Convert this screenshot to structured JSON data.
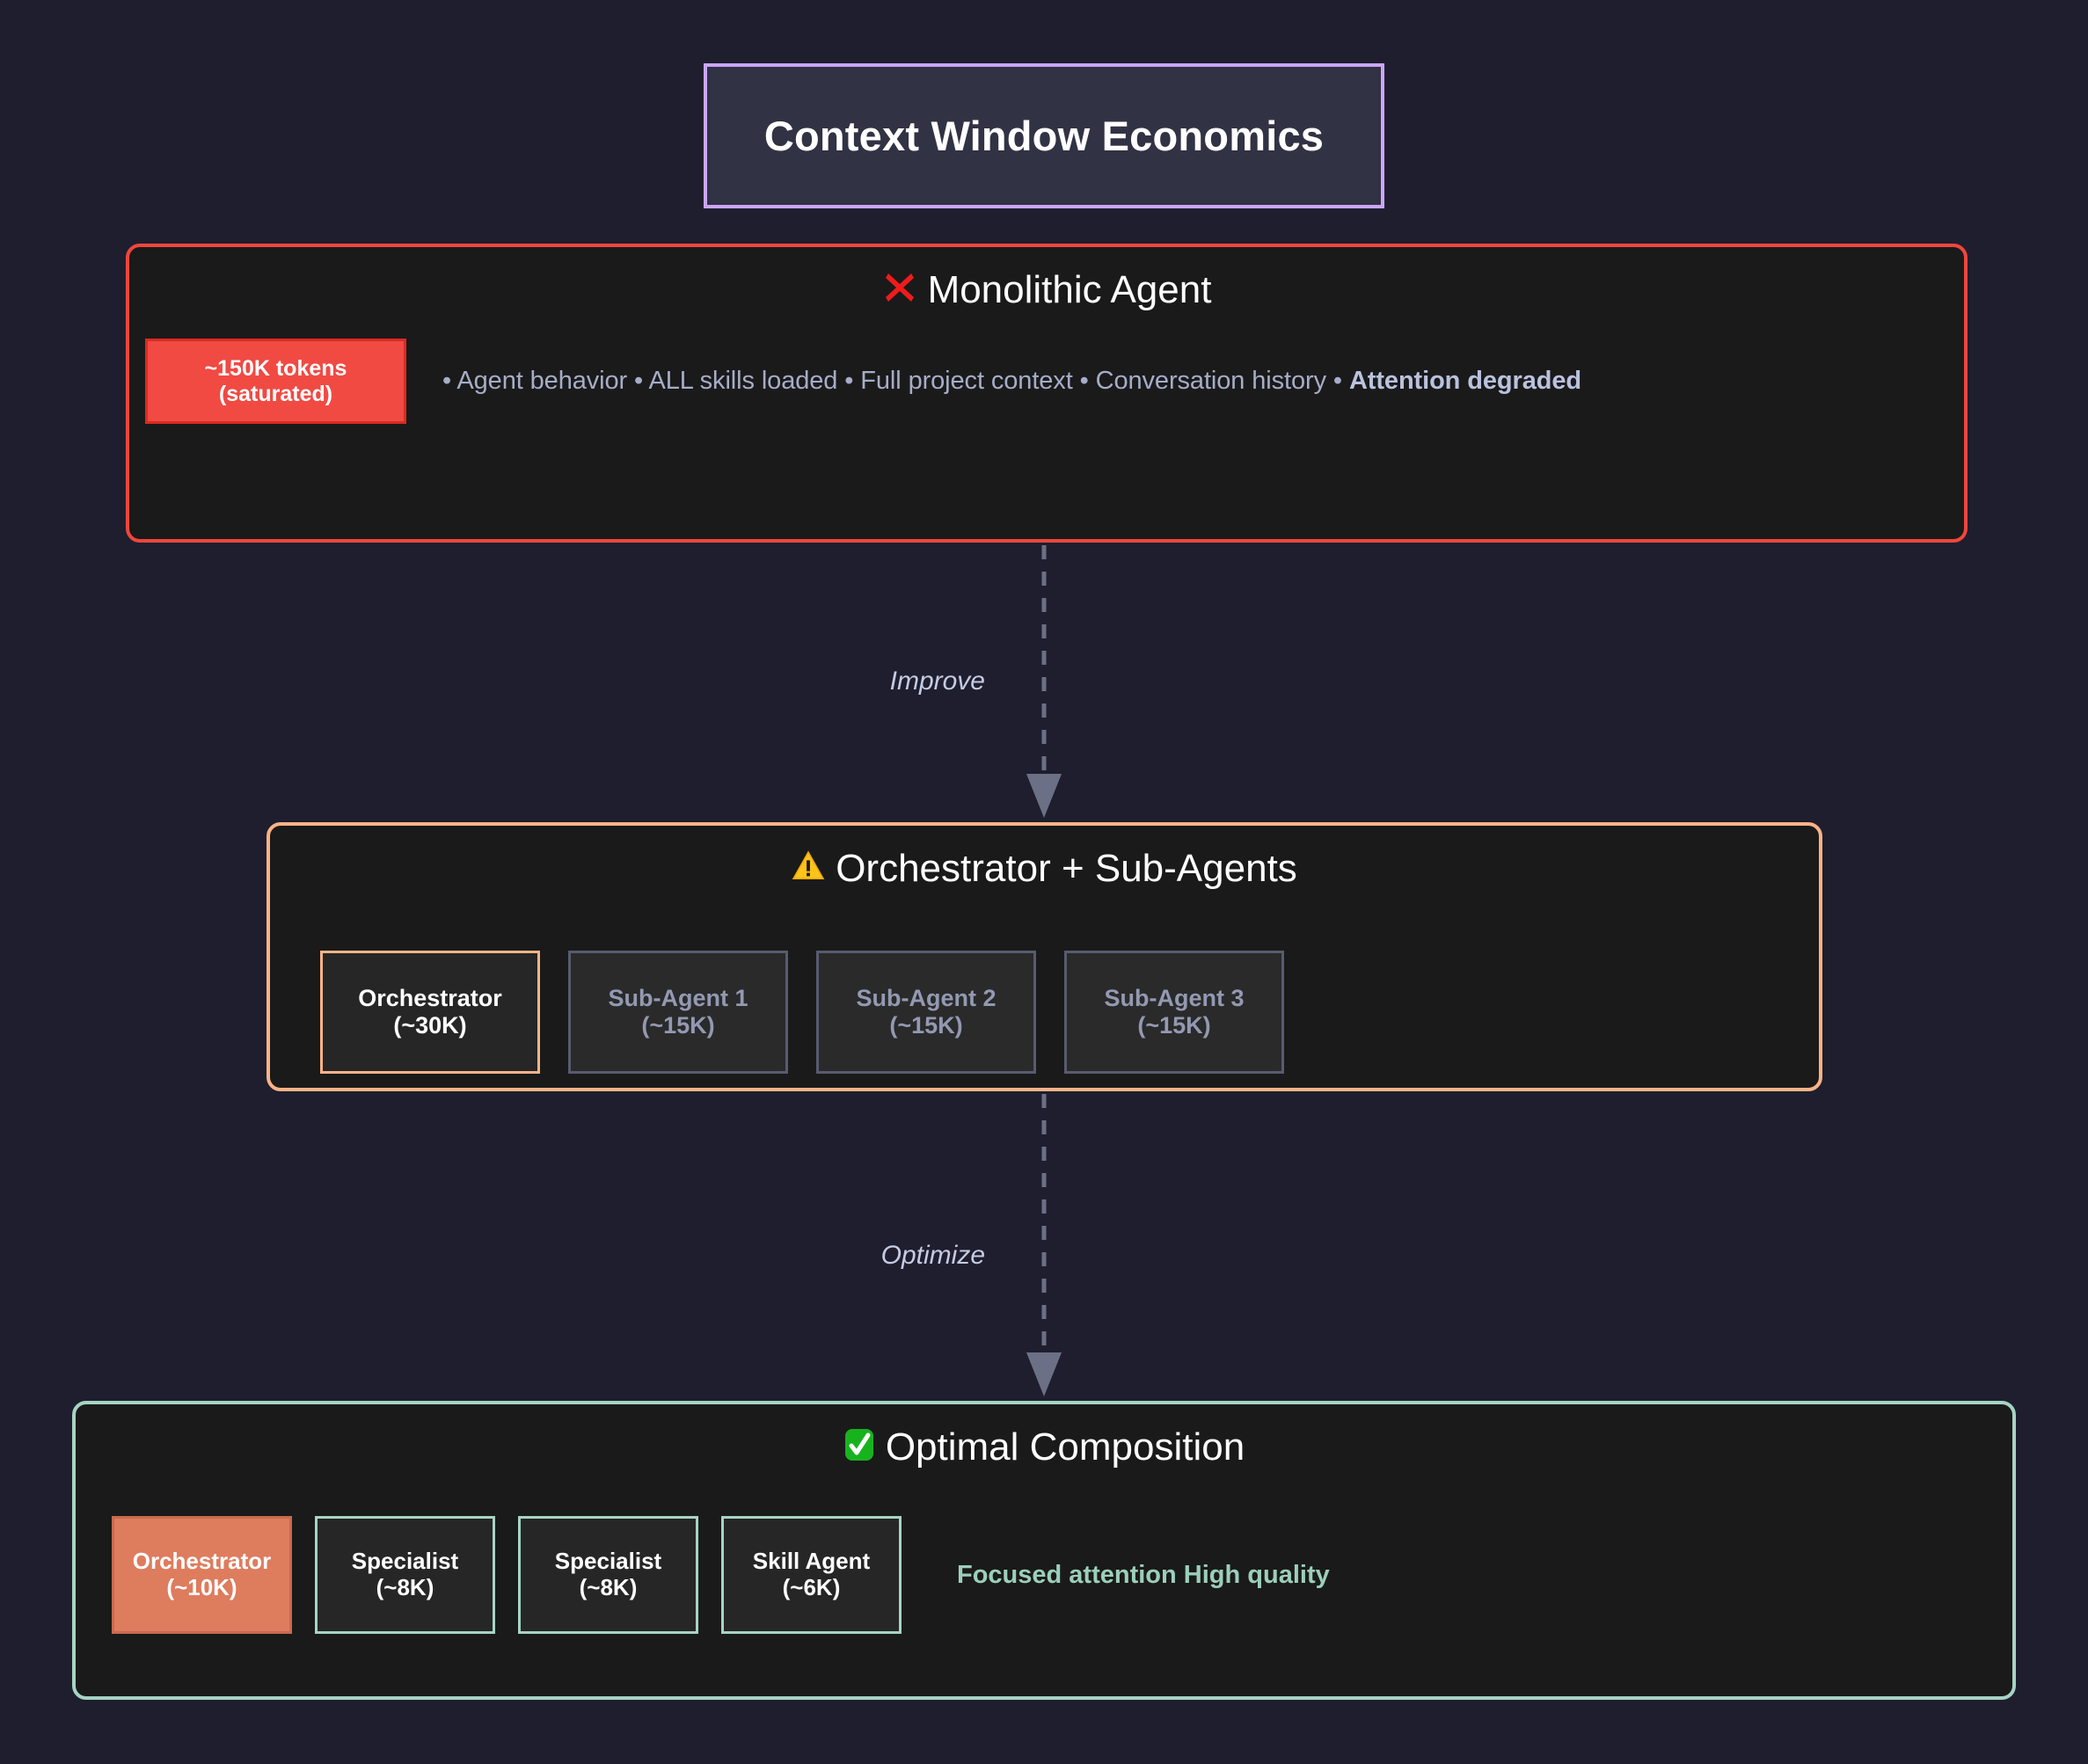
{
  "diagram": {
    "title": "Context Window Economics",
    "background_color": "#1f1e2e"
  },
  "colors": {
    "title_border": "#cba6f7",
    "title_fill": "#313244",
    "monolithic_border": "#f0463c",
    "monolithic_token_fill": "#f04a43",
    "orchestrator_border": "#fab387",
    "subagent_border": "#585b70",
    "optimal_border": "#a6d4c3",
    "optimal_orchestrator_fill": "#de7c5e",
    "edge_color": "#6c7086"
  },
  "sections": {
    "monolithic": {
      "icon": "cross-mark-emoji",
      "title": "Monolithic Agent",
      "token_box": "~150K tokens (saturated)",
      "bullets_plain": "• Agent behavior • ALL skills loaded • Full project context • Conversation history • ",
      "bullets_bold": "Attention degraded"
    },
    "orchestrator": {
      "icon": "warning-triangle-emoji",
      "title": "Orchestrator + Sub-Agents",
      "nodes": [
        {
          "label": "Orchestrator (~30K)",
          "kind": "primary"
        },
        {
          "label": "Sub-Agent 1 (~15K)",
          "kind": "secondary"
        },
        {
          "label": "Sub-Agent 2 (~15K)",
          "kind": "secondary"
        },
        {
          "label": "Sub-Agent 3 (~15K)",
          "kind": "secondary"
        }
      ]
    },
    "optimal": {
      "icon": "check-mark-button-emoji",
      "title": "Optimal Composition",
      "nodes": [
        {
          "label": "Orchestrator (~10K)",
          "kind": "primary"
        },
        {
          "label": "Specialist (~8K)",
          "kind": "secondary"
        },
        {
          "label": "Specialist (~8K)",
          "kind": "secondary"
        },
        {
          "label": "Skill Agent (~6K)",
          "kind": "secondary"
        }
      ],
      "note": "Focused attention High quality"
    }
  },
  "edges": [
    {
      "label": "Improve",
      "from": "monolithic",
      "to": "orchestrator"
    },
    {
      "label": "Optimize",
      "from": "orchestrator",
      "to": "optimal"
    }
  ]
}
